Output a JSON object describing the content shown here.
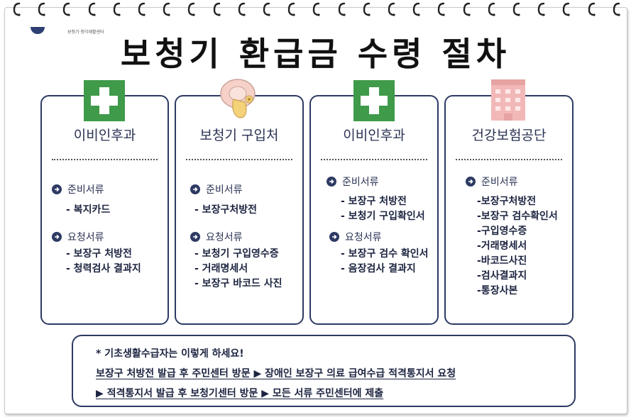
{
  "header": {
    "logo_text": "보청기·청각재활센터",
    "title": "보청기 환급금 수령 절차"
  },
  "columns": [
    {
      "name": "이비인후과",
      "icon": "green-cross-icon",
      "sections": [
        {
          "label": "준비서류",
          "items": [
            "- 복지카드"
          ]
        },
        {
          "label": "요청서류",
          "items": [
            "- 보장구 처방전",
            "- 청력검사 결과지"
          ]
        }
      ]
    },
    {
      "name": "보청기 구입처",
      "icon": "hearing-aid-icon",
      "sections": [
        {
          "label": "준비서류",
          "items": [
            "- 보장구처방전"
          ]
        },
        {
          "label": "요청서류",
          "items": [
            "- 보청기 구입영수증",
            "- 거래명세서",
            "- 보장구 바코드 사진"
          ]
        }
      ]
    },
    {
      "name": "이비인후과",
      "icon": "green-cross-icon",
      "sections": [
        {
          "label": "준비서류",
          "items": [
            "- 보장구 처방전",
            "- 보청기 구입확인서"
          ]
        },
        {
          "label": "요청서류",
          "items": [
            "- 보장구 검수 확인서",
            "- 음장검사 결과지"
          ]
        }
      ]
    },
    {
      "name": "건강보험공단",
      "icon": "building-icon",
      "sections": [
        {
          "label": "준비서류",
          "items": [
            "-보장구처방전",
            "-보장구 검수확인서",
            "-구입영수증",
            "-거래명세서",
            "-바코드사진",
            "-검사결과지",
            "-통장사본"
          ]
        }
      ]
    }
  ],
  "note": {
    "title": "* 기초생활수급자는 이렇게 하세요!",
    "line1": "보장구 처방전 발급 후 주민센터 방문 ▶ 장애인 보장구 의료 급여수급 적격통지서 요청",
    "line2": "▶ 적격통지서 발급 후 보청기센터 방문 ▶ 모든 서류 주민센터에 제출"
  },
  "colors": {
    "card_border": "#2d3a63",
    "cross_green": "#3f9a4a",
    "building_pink": "#f2b8b8"
  }
}
